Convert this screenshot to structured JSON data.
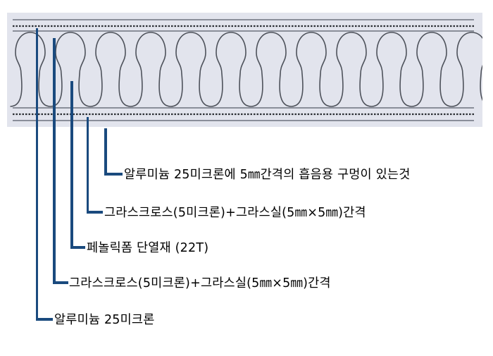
{
  "diagram": {
    "labels": [
      {
        "text": "알루미늄 25미크론에 5㎜간격의 흡음용 구멍이 있는것"
      },
      {
        "text": "그라스크로스(5미크론)+그라스실(5㎜×5㎜)간격"
      },
      {
        "text": "페놀릭폼 단열재 (22T)"
      },
      {
        "text": "그라스크로스(5미크론)+그라스실(5㎜×5㎜)간격"
      },
      {
        "text": "알루미늄 25미크론"
      }
    ],
    "colors": {
      "leader_line": "#1a4a7e",
      "panel_background": "#e2e4ed",
      "panel_line": "#7d828d",
      "dotted_line": "#2b2e33",
      "core_wave": "#4e525b",
      "label_text": "#000000"
    }
  }
}
